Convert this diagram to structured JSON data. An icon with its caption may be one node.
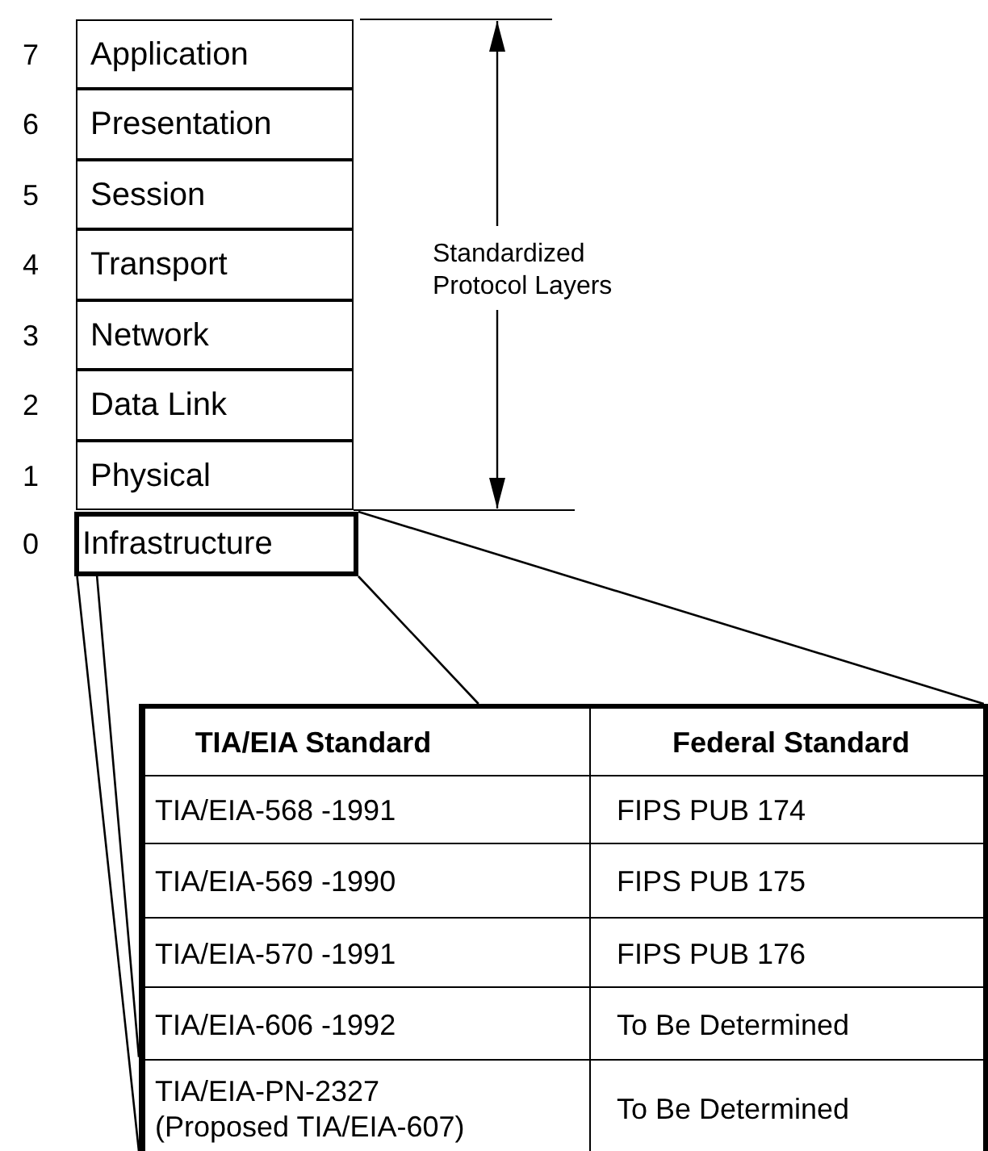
{
  "diagram": {
    "nodes": [
      {
        "text": [
          "Application"
        ],
        "beside": [
          "7"
        ]
      },
      {
        "text": [
          "Presentation"
        ],
        "beside": [
          "6"
        ]
      },
      {
        "text": [
          "Session"
        ],
        "beside": [
          "5"
        ]
      },
      {
        "text": [
          "Transport"
        ],
        "beside": [
          "4"
        ]
      },
      {
        "text": [
          "Network"
        ],
        "beside": [
          "3"
        ]
      },
      {
        "text": [
          "Data Link"
        ],
        "beside": [
          "2"
        ]
      },
      {
        "text": [
          "Physical"
        ],
        "beside": [
          "1"
        ]
      },
      {
        "text": [
          "Infrastructure"
        ],
        "beside": [
          "0"
        ]
      },
      {
        "text": [
          "TIA/EIA Standard",
          "Federal Standard",
          "TIA/EIA-568 -1991",
          "FIPS PUB 174",
          "TIA/EIA-569 -1990",
          "FIPS PUB 175",
          "TIA/EIA-570 -1991",
          "FIPS PUB 176",
          "TIA/EIA-606 -1992",
          "To Be Determined",
          "TIA/EIA-PN-2327 (Proposed TIA/EIA-607)",
          "To Be Determined"
        ]
      }
    ],
    "edges": [
      {
        "from": 7,
        "to": 8,
        "arrow": "none"
      },
      {
        "from": 7,
        "to": 8,
        "arrow": "none"
      },
      {
        "from": 7,
        "to": 8,
        "arrow": "none"
      },
      {
        "from": 7,
        "to": 8,
        "arrow": "none"
      }
    ],
    "labels": [
      "Standardized Protocol Layers"
    ]
  }
}
